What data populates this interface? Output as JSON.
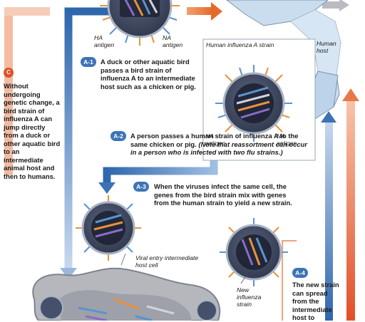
{
  "labels": {
    "ha_antigen_top": "HA antigen",
    "na_antigen_top": "NA antigen",
    "human_strain_title": "Human influenza A strain",
    "human_host": "Human host",
    "ha_antigen_mid": "HA antigen",
    "na_antigen_mid": "NA antigen",
    "viral_entry": "Viral entry intermediate host cell",
    "new_strain": "New influenza strain",
    "top_cut": "human"
  },
  "steps": {
    "c": {
      "badge": "C",
      "text": "Without undergoing genetic change, a bird strain of influenza A can jump directly from a duck or other aquatic bird to an intermediate animal host and then to humans."
    },
    "a1": {
      "badge": "A-1",
      "text": "A duck or other aquatic bird passes a bird strain of influenza A to an intermediate host such as a chicken or pig."
    },
    "a2": {
      "badge": "A-2",
      "text": "A person passes a human strain of influenza A to the same chicken or pig.",
      "note": "(Note that reassortment can occur in a person who is infected with two flu strains.)"
    },
    "a3": {
      "badge": "A-3",
      "text": "When the viruses infect the same cell, the genes from the bird strain mix with genes from the human strain to yield a new strain."
    },
    "a4": {
      "badge": "A-4",
      "text": "The new strain can spread from the intermediate host to"
    }
  },
  "colors": {
    "blue_arrow": "#3f76b8",
    "orange_arrow": "#e26a36",
    "virus_body": "#45506a",
    "spike_orange": "#e8923a",
    "spike_blue": "#5b93cf",
    "cell": "#b5b7bd",
    "human_shirt": "#c9ddef"
  }
}
